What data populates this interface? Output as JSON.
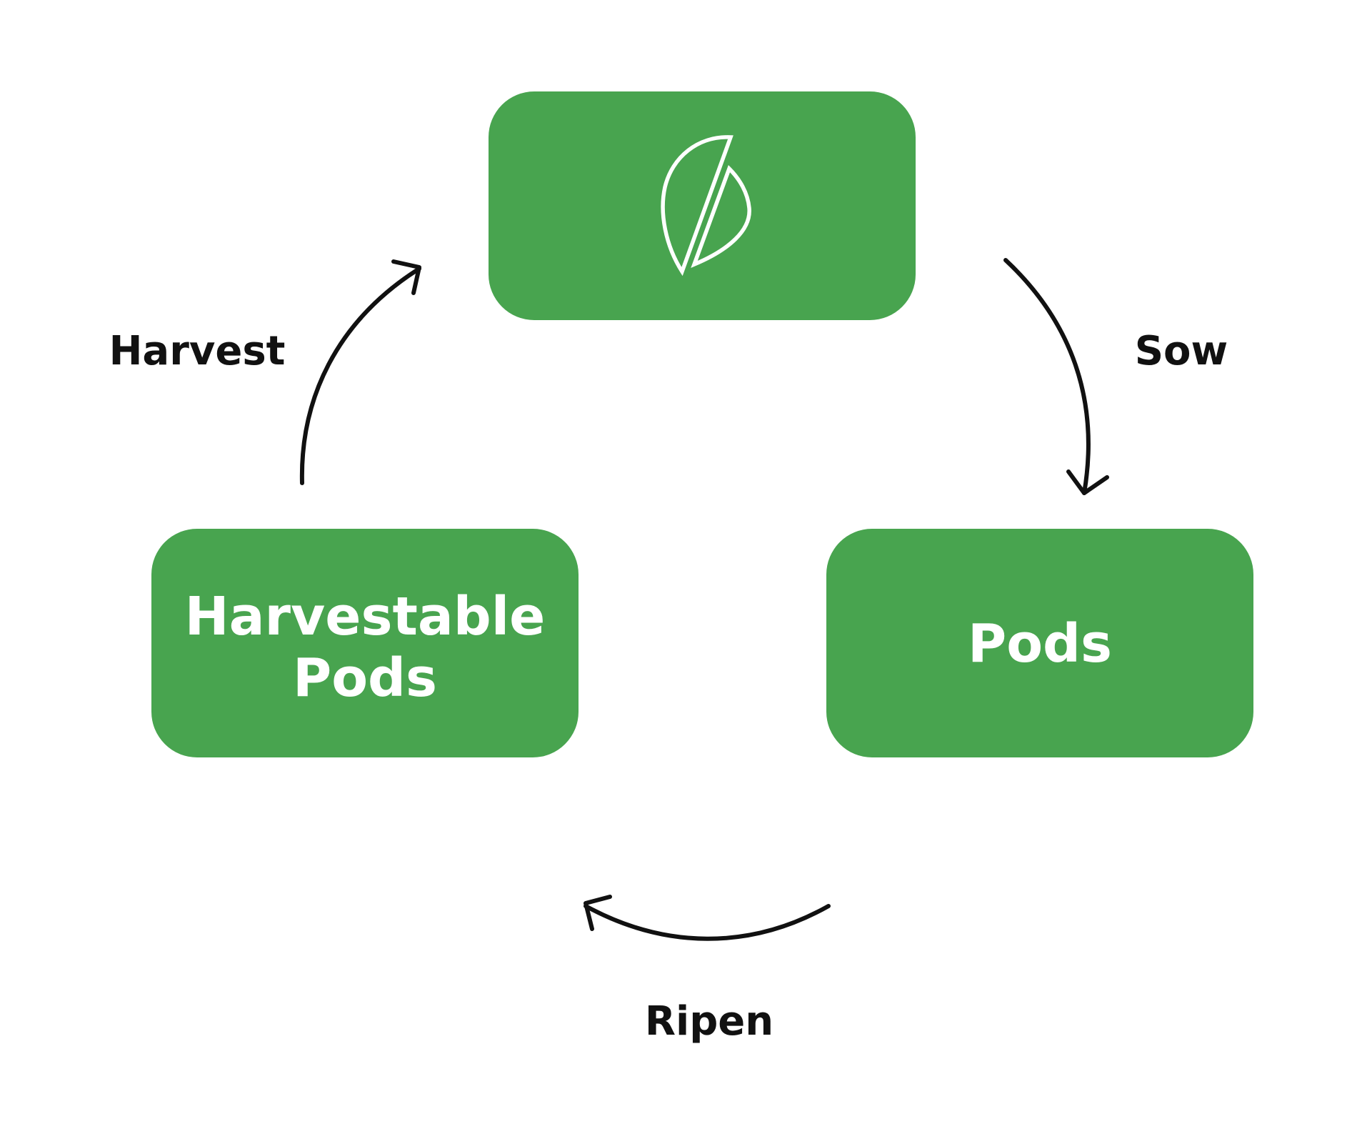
{
  "colors": {
    "node_fill": "#48a44f",
    "node_text": "#ffffff",
    "arrow": "#111111",
    "label_text": "#111111",
    "background": "#ffffff"
  },
  "nodes": {
    "top": {
      "icon": "leaf-logo-icon"
    },
    "right": {
      "label": "Pods"
    },
    "left": {
      "line1": "Harvestable",
      "line2": "Pods"
    }
  },
  "edges": {
    "sow": {
      "label": "Sow"
    },
    "ripen": {
      "label": "Ripen"
    },
    "harvest": {
      "label": "Harvest"
    }
  }
}
